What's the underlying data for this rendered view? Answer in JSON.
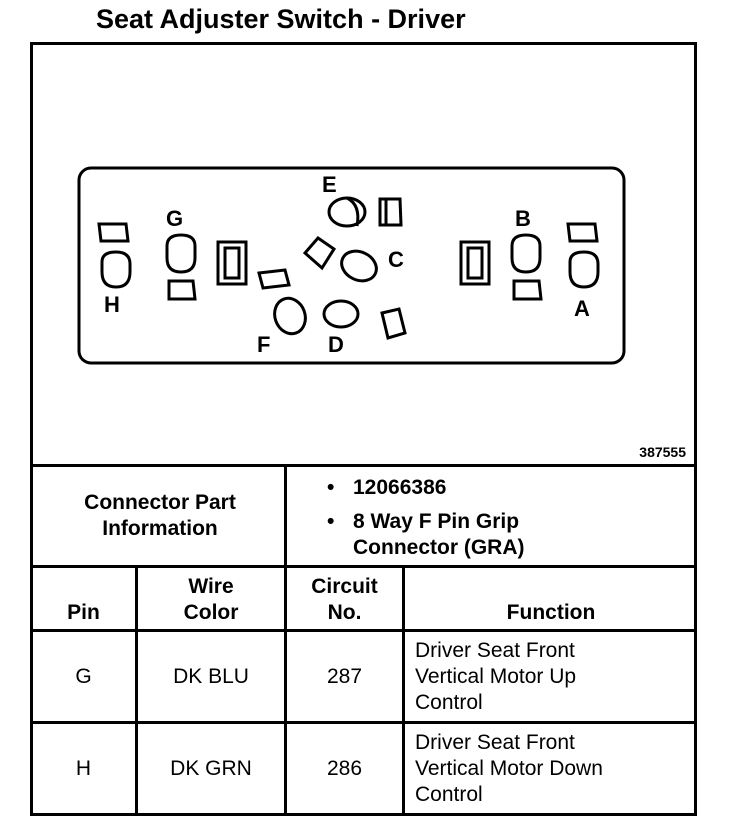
{
  "title": "Seat Adjuster Switch - Driver",
  "figure_number": "387555",
  "connector": {
    "pin_letters": {
      "e": "E",
      "g": "G",
      "b": "B",
      "c": "C",
      "h": "H",
      "a": "A",
      "f": "F",
      "d": "D"
    }
  },
  "connector_info": {
    "label": "Connector Part Information",
    "bullet_symbol": "•",
    "part_number": "12066386",
    "description_line1": "8 Way F Pin Grip",
    "description_line2": "Connector (GRA)"
  },
  "table": {
    "headers": {
      "pin": "Pin",
      "wire_color_line1": "Wire",
      "wire_color_line2": "Color",
      "circuit_line1": "Circuit",
      "circuit_line2": "No.",
      "function": "Function"
    },
    "rows": [
      {
        "pin": "G",
        "wire_color": "DK BLU",
        "circuit": "287",
        "function_line1": "Driver Seat Front",
        "function_line2": "Vertical Motor Up",
        "function_line3": "Control"
      },
      {
        "pin": "H",
        "wire_color": "DK GRN",
        "circuit": "286",
        "function_line1": "Driver Seat Front",
        "function_line2": "Vertical Motor Down",
        "function_line3": "Control"
      }
    ]
  }
}
